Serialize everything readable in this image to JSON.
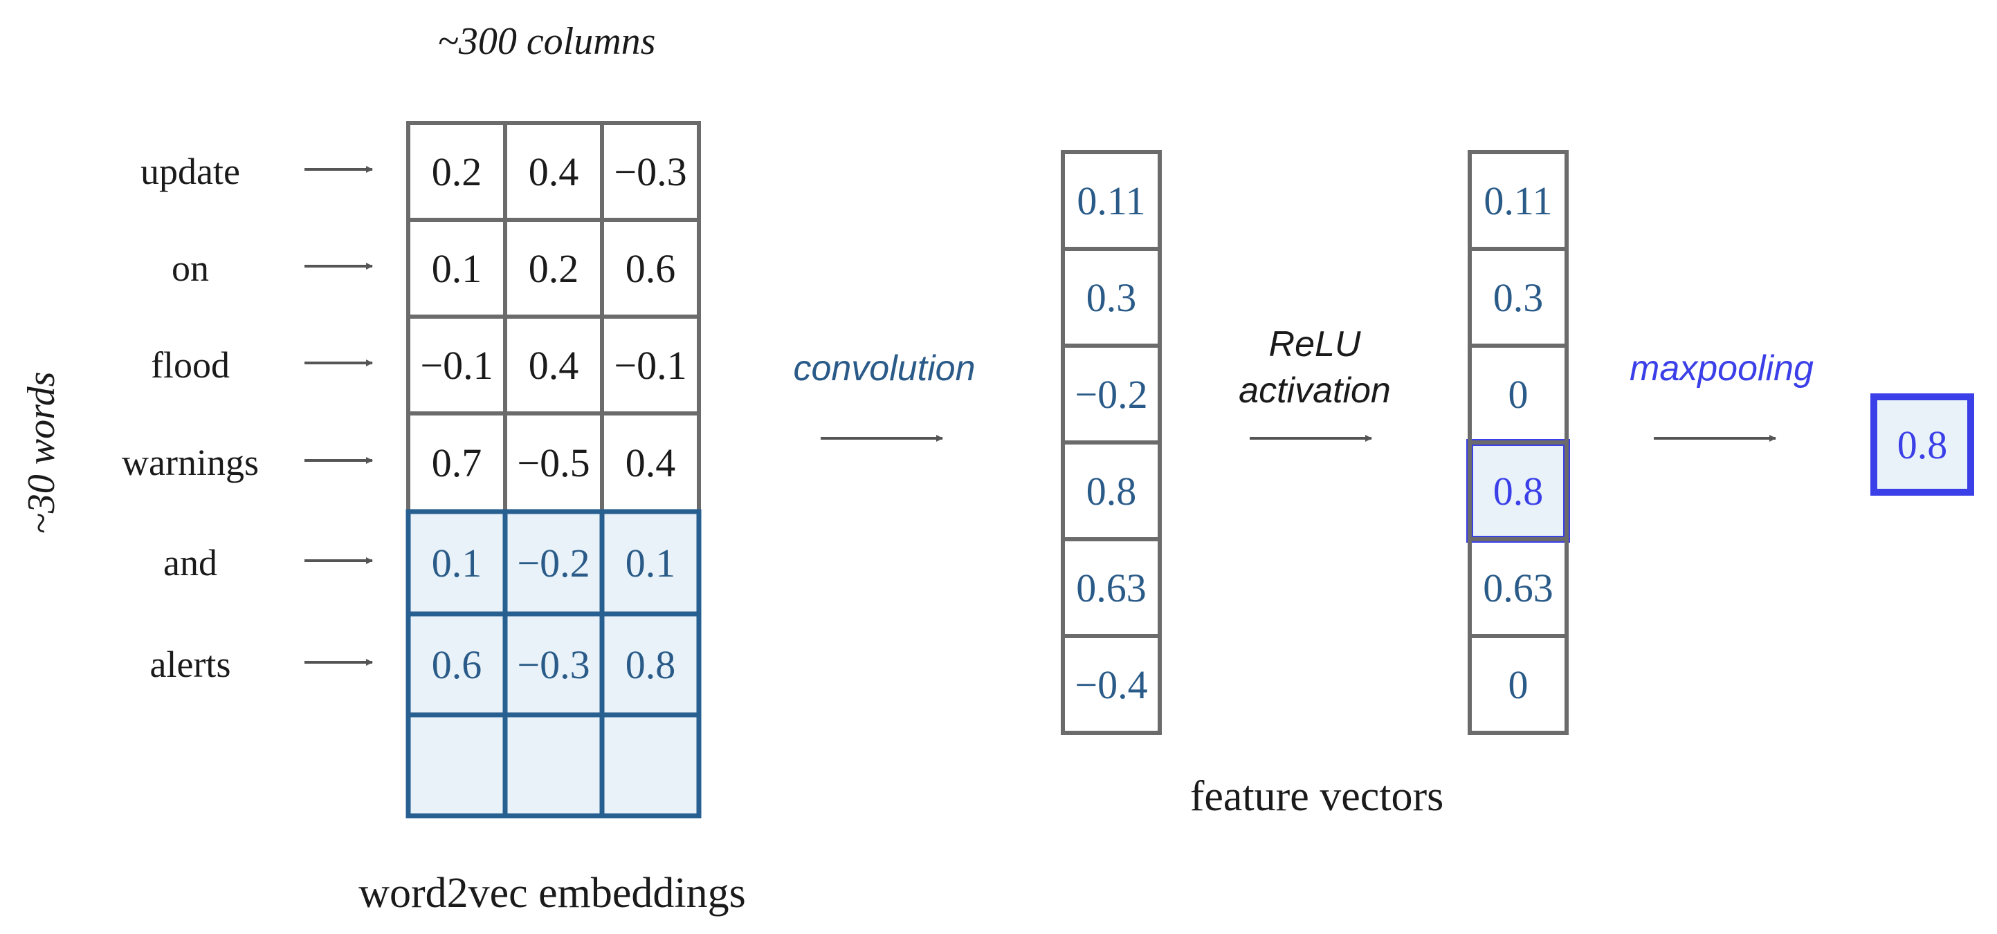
{
  "labels": {
    "columns_note": "~300 columns",
    "rows_note": "~30 words",
    "embeddings_caption": "word2vec embeddings",
    "feature_caption": "feature vectors",
    "convolution": "convolution",
    "relu_line1": "ReLU",
    "relu_line2": "activation",
    "maxpooling": "maxpooling"
  },
  "words": [
    "update",
    "on",
    "flood",
    "warnings",
    "and",
    "alerts"
  ],
  "embedding_matrix": [
    [
      "0.2",
      "0.4",
      "−0.3"
    ],
    [
      "0.1",
      "0.2",
      "0.6"
    ],
    [
      "−0.1",
      "0.4",
      "−0.1"
    ],
    [
      "0.7",
      "−0.5",
      "0.4"
    ],
    [
      "0.1",
      "−0.2",
      "0.1"
    ],
    [
      "0.6",
      "−0.3",
      "0.8"
    ],
    [
      "",
      "",
      ""
    ]
  ],
  "conv_output": [
    "0.11",
    "0.3",
    "−0.2",
    "0.8",
    "0.63",
    "−0.4"
  ],
  "relu_output": [
    "0.11",
    "0.3",
    "0",
    "0.8",
    "0.63",
    "0"
  ],
  "pooled_value": "0.8",
  "colors": {
    "grid_border": "#6b6b6b",
    "window_border": "#285f91",
    "window_fill": "#e8f2f8",
    "value_text": "#2a5b88",
    "plain_text": "#1a1a1a",
    "highlight_border": "#3b3fe8",
    "highlight_text": "#3b3fe8",
    "arrow": "#555555"
  }
}
